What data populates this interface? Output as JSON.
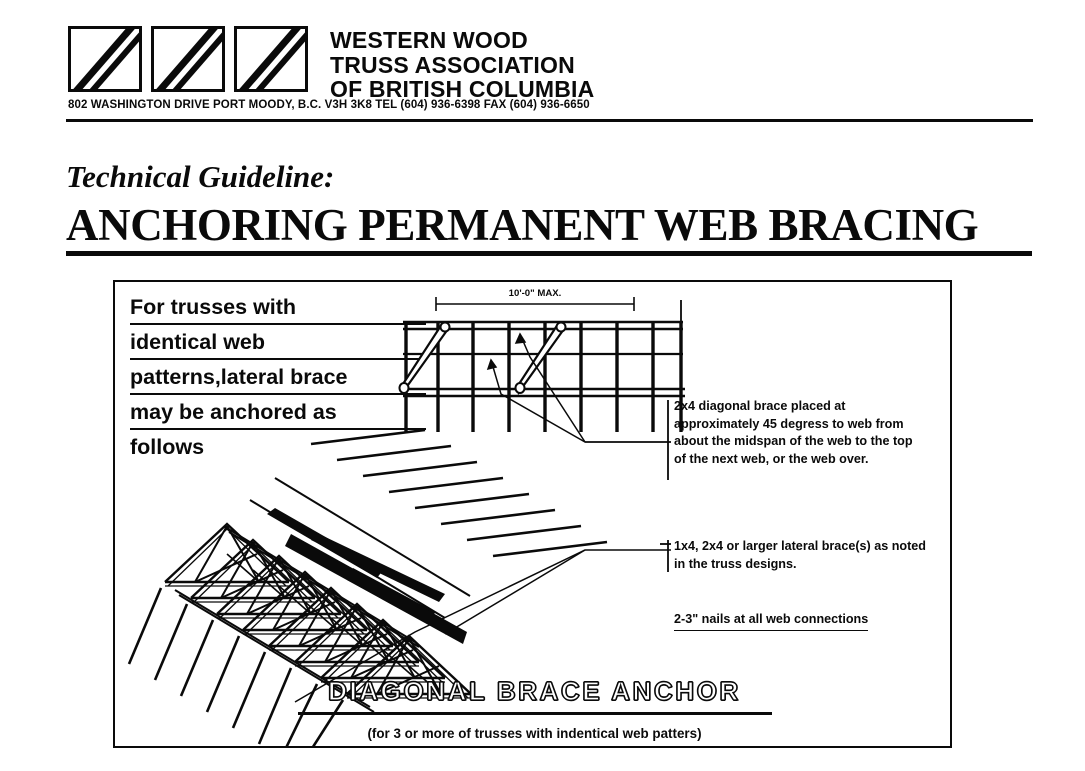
{
  "letterhead": {
    "logo_icon": "three-squares-diagonal-logo",
    "association_name_lines": [
      "WESTERN WOOD",
      "TRUSS ASSOCIATION",
      "OF BRITISH COLUMBIA"
    ],
    "address_line": "802 WASHINGTON DRIVE   PORT MOODY, B.C.  V3H 3K8   TEL (604) 936-6398   FAX (604) 936-6650"
  },
  "title": {
    "kicker": "Technical Guideline:",
    "heading": "ANCHORING PERMANENT WEB BRACING"
  },
  "figure": {
    "intro_lines": [
      "For trusses with",
      "identical web",
      "patterns,lateral brace",
      "may be anchored as",
      "follows"
    ],
    "plan_dimension_label": "10'-0\" MAX.",
    "annotations": {
      "diagonal_brace": "2x4 diagonal brace placed at approximately 45 degress to web from about the midspan of the web to the top of the next web, or the web over.",
      "lateral_brace": "1x4,  2x4 or larger lateral brace(s) as noted in the truss designs.",
      "nails": "2-3\" nails at all web connections"
    },
    "caption_title": "DIAGONAL BRACE ANCHOR",
    "caption_subtitle": "(for 3 or more of trusses with indentical web patters)"
  },
  "colors": {
    "ink": "#0a0a0a",
    "paper": "#ffffff"
  }
}
